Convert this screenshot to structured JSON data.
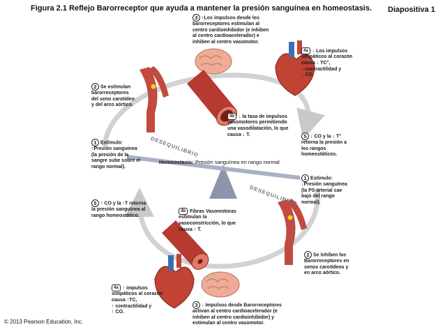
{
  "header": {
    "title": "Figura 2.1  Reflejo Barorreceptor que ayuda a mantener la presión sanguínea en homeostasis.",
    "slide_label": "Diapositiva 1"
  },
  "footer": {
    "copyright": "© 2013 Pearson Education, Inc."
  },
  "center": {
    "homeostasis_label": "Homeostasis:",
    "homeostasis_text": "Presión sanguínea en rango normal",
    "desequilibrio": "DESEQUILIBRIO"
  },
  "notes": {
    "top_3": {
      "num": "3",
      "lines": [
        "↑Los impulsos desde los",
        "barorreceptores estimulan al",
        "centro cardioinhibidor (e inhiben",
        "al centro cardioacelerador) e",
        "inhiben al centro vasomotor."
      ]
    },
    "top_4a": {
      "tag": "4a",
      "lines": [
        "↓ Los impulsos",
        "simpáticos al corazón",
        "causa ↓ TC°,",
        "↓ contractilidad y",
        "↓ CO."
      ]
    },
    "top_2": {
      "num": "2",
      "lines": [
        "Se estimulan",
        "barorreceptores",
        "del seno carotídeo",
        "y del arco aórtico."
      ]
    },
    "top_4b": {
      "tag": "4b",
      "lines": [
        "↓ la tasa de impulsos",
        "vasomotores permitiendo",
        "una vasodilatación, lo que",
        "causa    ↓ T."
      ]
    },
    "top_5": {
      "num": "5",
      "lines": [
        "↓ CO  y la ↓ T°",
        "retorna la presión a",
        "los rangos",
        "homeostáticos."
      ]
    },
    "left_1": {
      "num": "1",
      "lines": [
        "Estímulo:",
        "↑Presión sanguínea",
        "(la presión de la",
        "sangre sube sobre el",
        "rango normal)."
      ]
    },
    "right_1": {
      "num": "1",
      "lines": [
        "Estímulo:",
        "↓Presión sanguínea",
        "(la PS arterial cae",
        "bajo del rango",
        "normal)."
      ]
    },
    "left_5": {
      "num": "5",
      "lines": [
        "↑ CO y la  ↑T retorna",
        "la presión sanguínea al",
        "rango homeostático."
      ]
    },
    "bottom_4b": {
      "tag": "4b",
      "lines": [
        "Fibras Vasomotoras",
        "estimulan la",
        "vasoconstricción, lo que",
        "causa    ↑ T."
      ]
    },
    "right_2": {
      "num": "2",
      "lines": [
        "Se inhiben los",
        "Barorreceptores en",
        "senos carotídeos y",
        "en arco aórtico."
      ]
    },
    "bottom_4a": {
      "tag": "4a",
      "lines": [
        "↑ impulsos",
        "simpáticos al corazón",
        "causa ↑TC,",
        "↑ contractilidad y",
        "↑ CO."
      ]
    },
    "bottom_3": {
      "num": "3",
      "lines": [
        "↓  Impulsos desde Barorreceptores",
        "activan al centro cardioacelerador (e",
        "inhiben al centro cardioinhibidor) y",
        "estimulan al centro vasomotor."
      ]
    }
  },
  "colors": {
    "artery": "#c0473d",
    "heart": "#b83a2e",
    "brain": "#e8a08a",
    "cycle": "#c9c9cc",
    "beam": "#9aa3b8"
  }
}
